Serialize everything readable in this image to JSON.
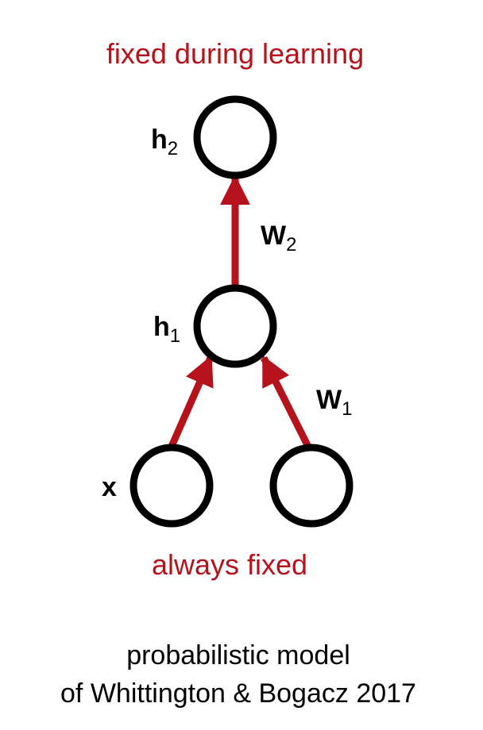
{
  "colors": {
    "accent": "#b5121b",
    "node_stroke": "#000000",
    "text": "#000000"
  },
  "annotations": {
    "top": "fixed during learning",
    "bottom": "always fixed"
  },
  "nodes": {
    "h2": {
      "base": "h",
      "sub": "2"
    },
    "h1": {
      "base": "h",
      "sub": "1"
    },
    "x": {
      "base": "x",
      "sub": ""
    },
    "x2": {
      "base": "",
      "sub": ""
    }
  },
  "edges": {
    "w2": {
      "base": "W",
      "sub": "2"
    },
    "w1": {
      "base": "W",
      "sub": "1"
    }
  },
  "caption": {
    "line1": "probabilistic model",
    "line2": "of Whittington & Bogacz 2017"
  }
}
